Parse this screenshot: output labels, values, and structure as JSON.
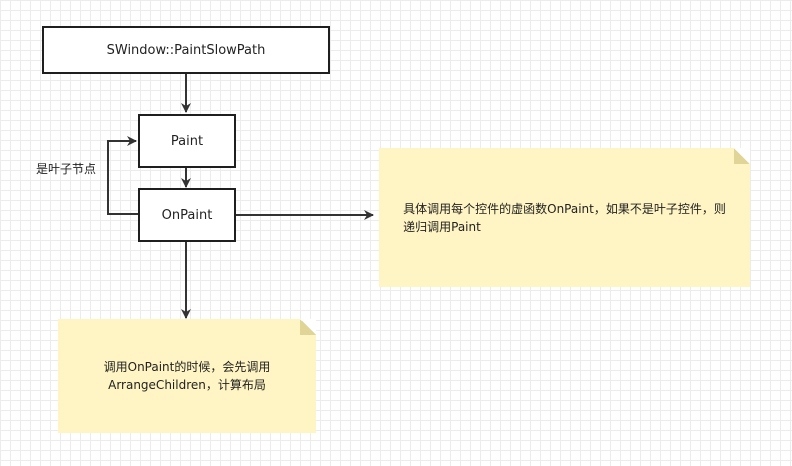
{
  "diagram": {
    "nodes": {
      "slow_path": "SWindow::PaintSlowPath",
      "paint": "Paint",
      "on_paint": "OnPaint"
    },
    "edge_labels": {
      "leaf": "是叶子节点"
    },
    "notes": {
      "right_line1": "具体调用每个控件的虚函数OnPaint，如果不是叶子控件，则",
      "right_line2": "递归调用Paint",
      "bottom_line1": "调用OnPaint的时候，会先调用",
      "bottom_line2": "ArrangeChildren，计算布局"
    }
  },
  "colors": {
    "note_fill": "#fff4c3",
    "stroke": "#1f1f1f",
    "grid": "#ececec"
  }
}
